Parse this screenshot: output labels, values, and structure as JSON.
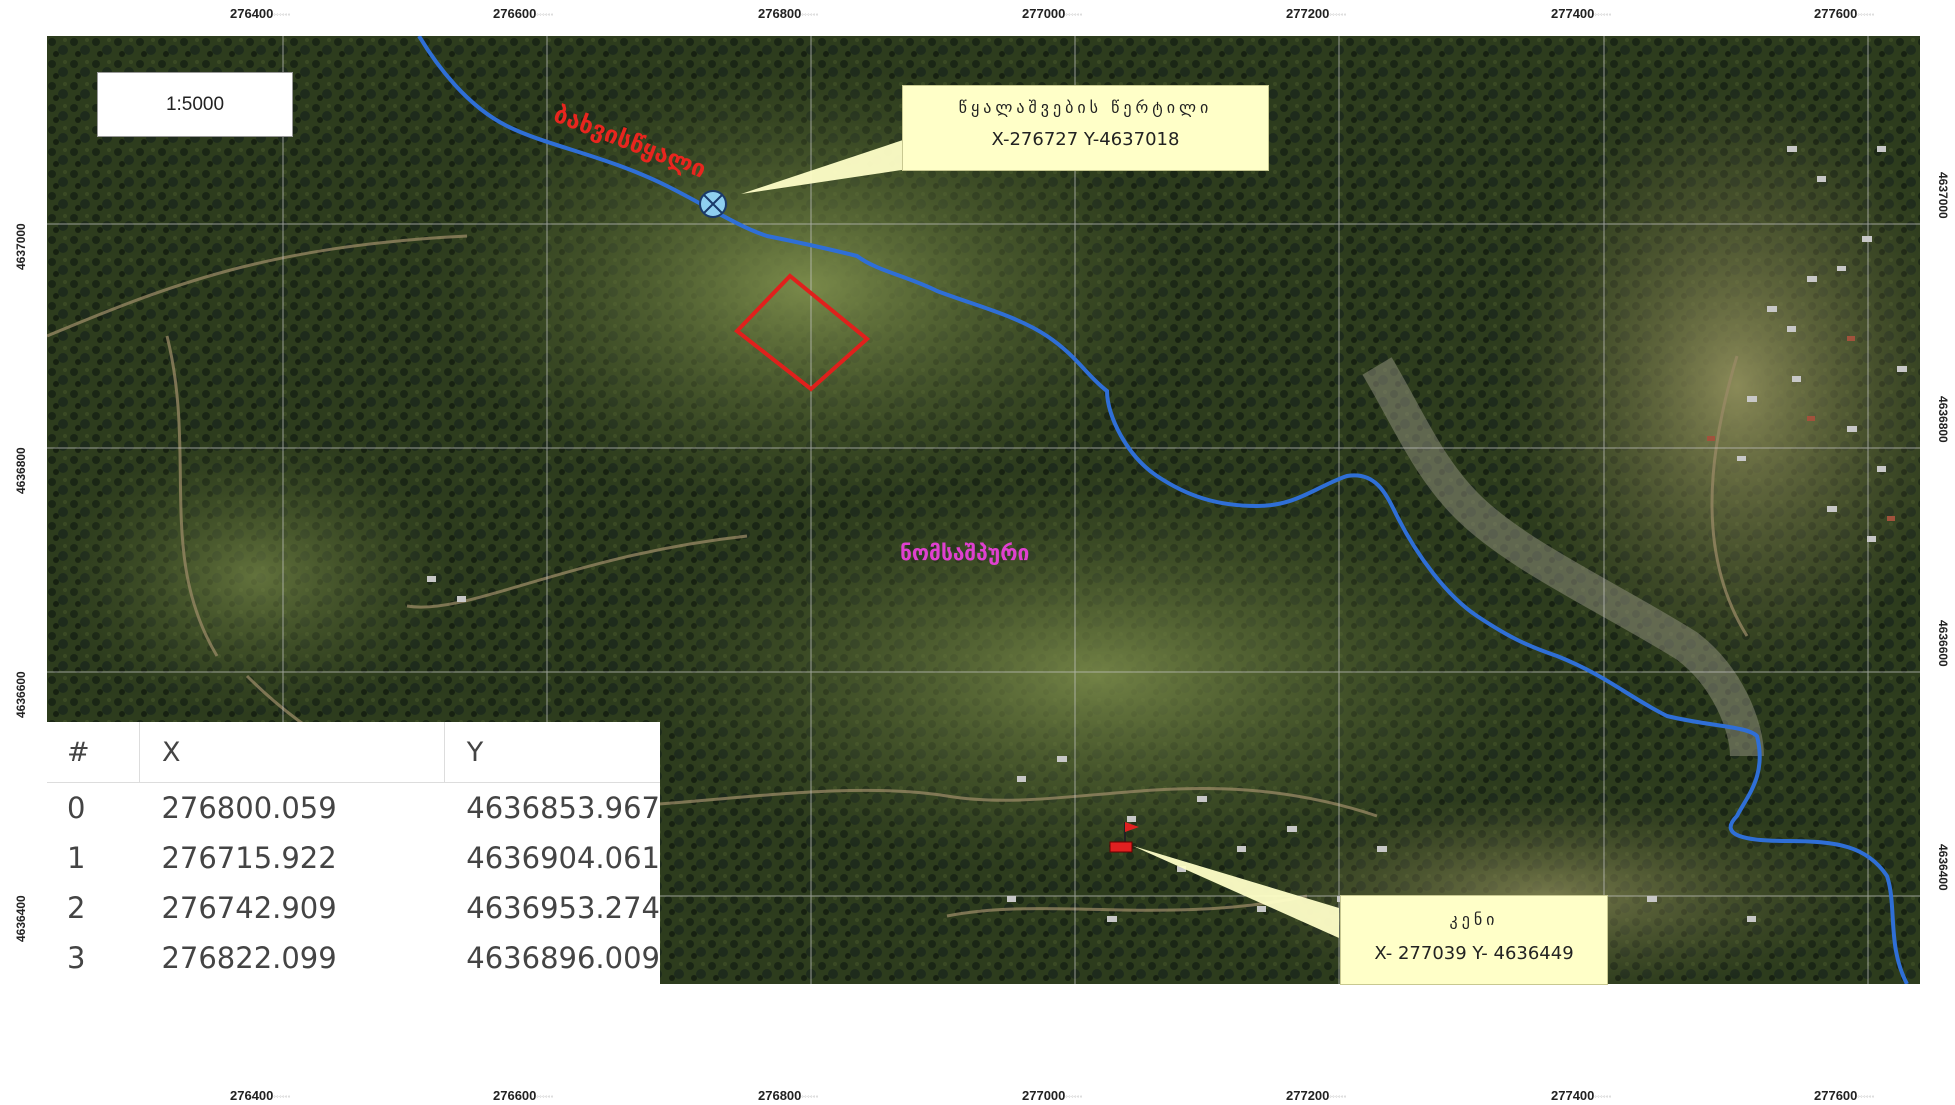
{
  "scale": "1:5000",
  "x_ticks": [
    {
      "label": "276400",
      "suffix": "°°°°°°"
    },
    {
      "label": "276600",
      "suffix": "°°°°°°"
    },
    {
      "label": "276800",
      "suffix": "°°°°°°"
    },
    {
      "label": "277000",
      "suffix": "°°°°°°"
    },
    {
      "label": "277200",
      "suffix": "°°°°°°"
    },
    {
      "label": "277400",
      "suffix": "°°°°°°"
    },
    {
      "label": "277600",
      "suffix": "°°°°°°"
    }
  ],
  "y_ticks": [
    {
      "label": "4637000"
    },
    {
      "label": "4636800"
    },
    {
      "label": "4636600"
    },
    {
      "label": "4636400"
    }
  ],
  "callouts": {
    "intake": {
      "name": "წყალაშვების წერტილი",
      "coords": "X-276727  Y-4637018"
    },
    "well": {
      "name": "კენი",
      "coords": "X- 277039   Y- 4636449"
    }
  },
  "labels": {
    "river": "ბახვისწყალი",
    "settlement": "ნომსაშპური"
  },
  "table": {
    "headers": [
      "#",
      "X",
      "Y"
    ],
    "rows": [
      [
        "0",
        "276800.059",
        "4636853.967"
      ],
      [
        "1",
        "276715.922",
        "4636904.061"
      ],
      [
        "2",
        "276742.909",
        "4636953.274"
      ],
      [
        "3",
        "276822.099",
        "4636896.009"
      ]
    ]
  },
  "colors": {
    "river": "#2f6fd6",
    "plot_outline": "#e0201c",
    "river_label": "#e8251e",
    "settlement_label": "#e040d0",
    "callout_bg": "#ffffc8",
    "intake_marker": "#8fd0f0"
  }
}
